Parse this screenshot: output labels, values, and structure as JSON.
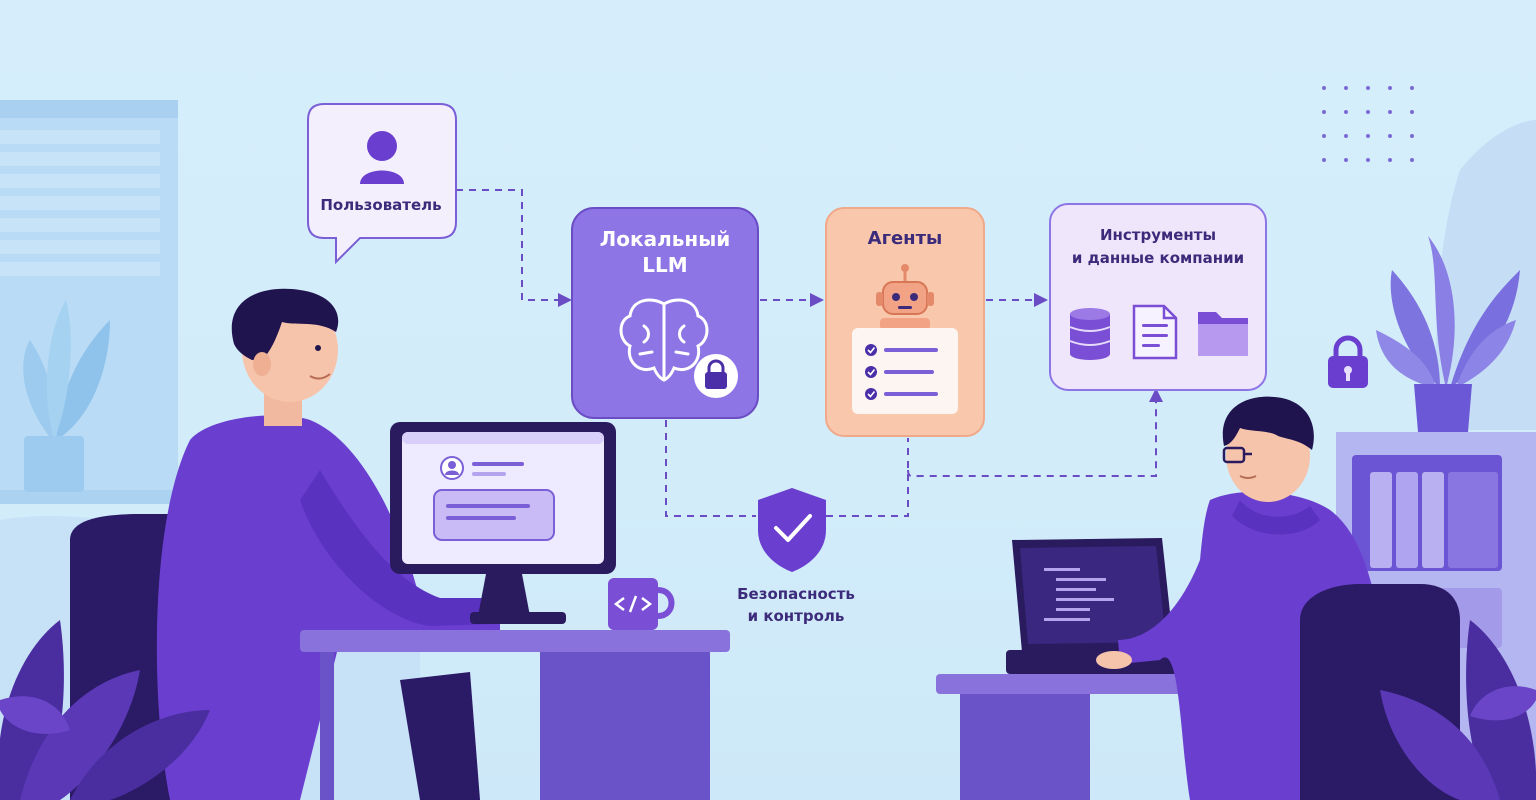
{
  "nodes": {
    "user": {
      "label": "Пользователь"
    },
    "llm": {
      "label_line1": "Локальный",
      "label_line2": "LLM"
    },
    "agents": {
      "label": "Агенты"
    },
    "tools": {
      "label_line1": "Инструменты",
      "label_line2": "и данные компании"
    },
    "security": {
      "label_line1": "Безопасность",
      "label_line2": "и контроль"
    }
  },
  "icons": {
    "user": "user-icon",
    "llm": "brain-icon",
    "llm_lock": "lock-icon",
    "agents": "robot-icon",
    "checklist": "checklist-icon",
    "tools": [
      "database-icon",
      "document-icon",
      "folder-icon"
    ],
    "security": "shield-check-icon",
    "mug": "code-mug-icon"
  },
  "colors": {
    "background": "#d4edfa",
    "primary_purple": "#6a3fd0",
    "dark_purple": "#2a1a5e",
    "llm_box": "#8d75e6",
    "agents_box": "#f9c7ac",
    "tools_box": "#f0e6fb",
    "connector": "#6a4cc4"
  }
}
